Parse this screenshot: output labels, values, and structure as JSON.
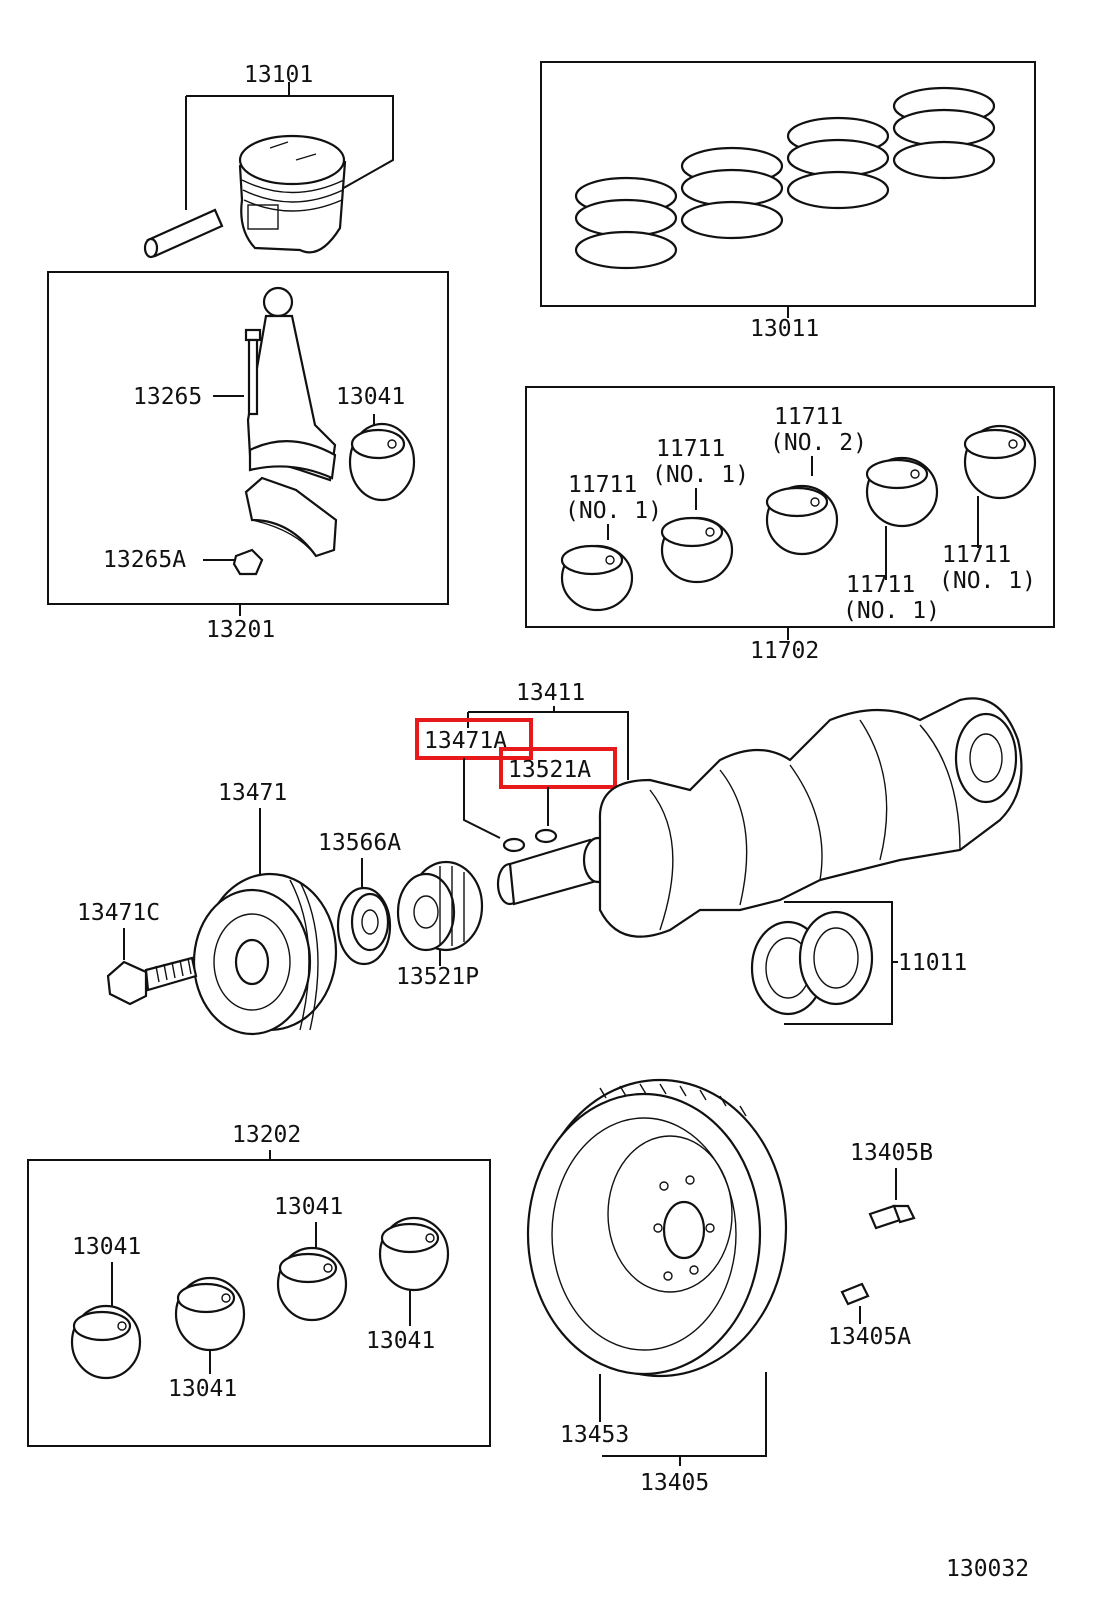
{
  "labels": {
    "l13101": "13101",
    "l13011": "13011",
    "l13265": "13265",
    "l13041_rod": "13041",
    "l13265A": "13265A",
    "l13201": "13201",
    "l11711_a": "11711",
    "l11711_a_no": "(NO. 1)",
    "l11711_b": "11711",
    "l11711_b_no": "(NO. 1)",
    "l11711_c": "11711",
    "l11711_c_no": "(NO. 2)",
    "l11711_d": "11711",
    "l11711_d_no": "(NO. 1)",
    "l11711_e": "11711",
    "l11711_e_no": "(NO. 1)",
    "l11702": "11702",
    "l13411": "13411",
    "l13471A": "13471A",
    "l13521A": "13521A",
    "l13471": "13471",
    "l13566A": "13566A",
    "l13471C": "13471C",
    "l13521P": "13521P",
    "l11011": "11011",
    "l13202": "13202",
    "l13041_a": "13041",
    "l13041_b": "13041",
    "l13041_c": "13041",
    "l13041_d": "13041",
    "l13405B": "13405B",
    "l13405A": "13405A",
    "l13453": "13453",
    "l13405": "13405",
    "diagram_id": "130032"
  },
  "colors": {
    "line": "#111111",
    "highlight": "#e8191b",
    "background": "#ffffff"
  },
  "highlighted_parts": [
    "13471A",
    "13521A"
  ]
}
